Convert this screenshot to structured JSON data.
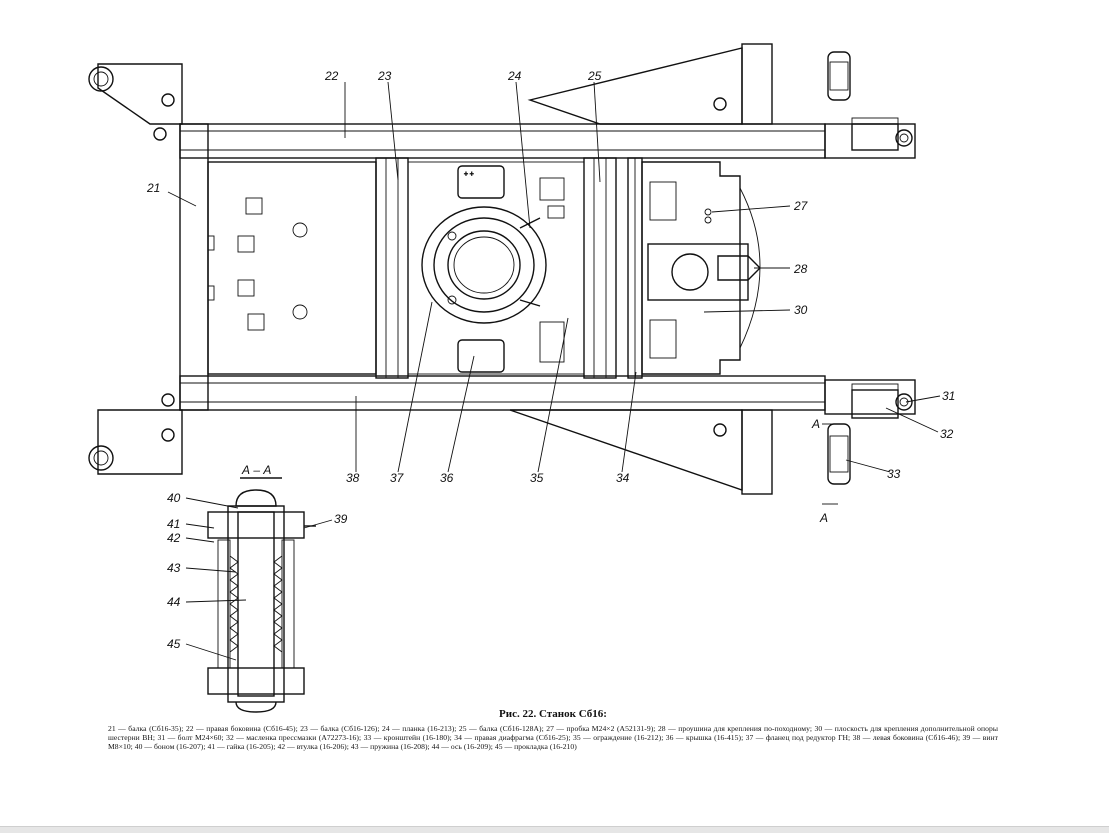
{
  "section_label": "А – А",
  "section_marks": [
    "А",
    "А"
  ],
  "callouts": {
    "c21": "21",
    "c22": "22",
    "c23": "23",
    "c24": "24",
    "c25": "25",
    "c27": "27",
    "c28": "28",
    "c30": "30",
    "c31": "31",
    "c32": "32",
    "c33": "33",
    "c34": "34",
    "c35": "35",
    "c36": "36",
    "c37": "37",
    "c38": "38",
    "c39": "39",
    "c40": "40",
    "c41": "41",
    "c42": "42",
    "c43": "43",
    "c44": "44",
    "c45": "45"
  },
  "caption": {
    "title": "Рис. 22. Станок Сб16:",
    "body": "21 — балка (Сб16-35); 22 — правая боковина (Сб16-45); 23 — балка (Сб16-126); 24 — планка (16-213); 25 — балка (Сб16-128А); 27 — пробка М24×2 (А52131-9); 28 — проушина для крепления по-походному; 30 — плоскость для крепления дополнительной опоры шестерни ВН; 31 — болт М24×60; 32 — масленка прессмазки (А72273-16); 33 — кронштейн (16-180); 34 — правая диафрагма (Сб16-25); 35 — ограждение (16-212); 36 — крышка (16-415); 37 — фланец под редуктор ГН; 38 — левая боковина (Сб16-46); 39 — винт М8×10; 40 — боном (16-207); 41 — гайка (16-205); 42 — втулка (16-206); 43 — пружина (16-208); 44 — ось (16-209); 45 — прокладка (16-210)"
  }
}
